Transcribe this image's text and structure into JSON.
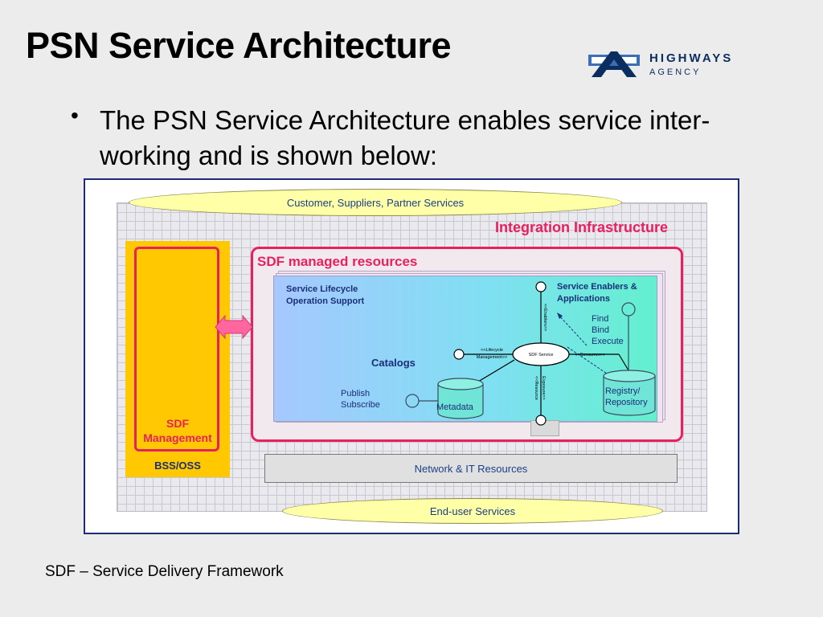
{
  "slide": {
    "title": "PSN Service Architecture",
    "bullet": "The PSN Service Architecture enables service inter-working and is shown below:",
    "footnote": "SDF – Service Delivery Framework"
  },
  "logo": {
    "line1": "HIGHWAYS",
    "line2": "AGENCY",
    "color": "#0b2d5f"
  },
  "diagram": {
    "customer_services": "Customer, Suppliers, Partner Services",
    "integration": "Integration Infrastructure",
    "sdf_resources": "SDF managed resources",
    "lifecycle": [
      "Service Lifecycle",
      "Operation Support"
    ],
    "enablers": [
      "Service Enablers &",
      "Applications"
    ],
    "find_bind": [
      "Find",
      "Bind",
      "Execute"
    ],
    "catalogs": "Catalogs",
    "publish": [
      "Publish",
      "Subscribe"
    ],
    "metadata": "Metadata",
    "registry": [
      "Registry/",
      "Repository"
    ],
    "sdf_service": "SDF Service",
    "lifecycle_mgmt": [
      "<<Lifecycle",
      "Management>>"
    ],
    "consumer": "<<Consumer>>",
    "enablers_stereotype": "<<Enablers>>",
    "resource_stereotype": [
      "<<Resource",
      "Exposure>>"
    ],
    "sdf_management": [
      "SDF",
      "Management"
    ],
    "bss_oss": "BSS/OSS",
    "network": "Network & IT Resources",
    "end_user": "End-user Services"
  },
  "colors": {
    "accent_pink": "#e8205e",
    "mgmt_yellow": "#ffc800",
    "ellipse_yellow": "#ffffa8",
    "text_blue": "#1b2f77"
  }
}
